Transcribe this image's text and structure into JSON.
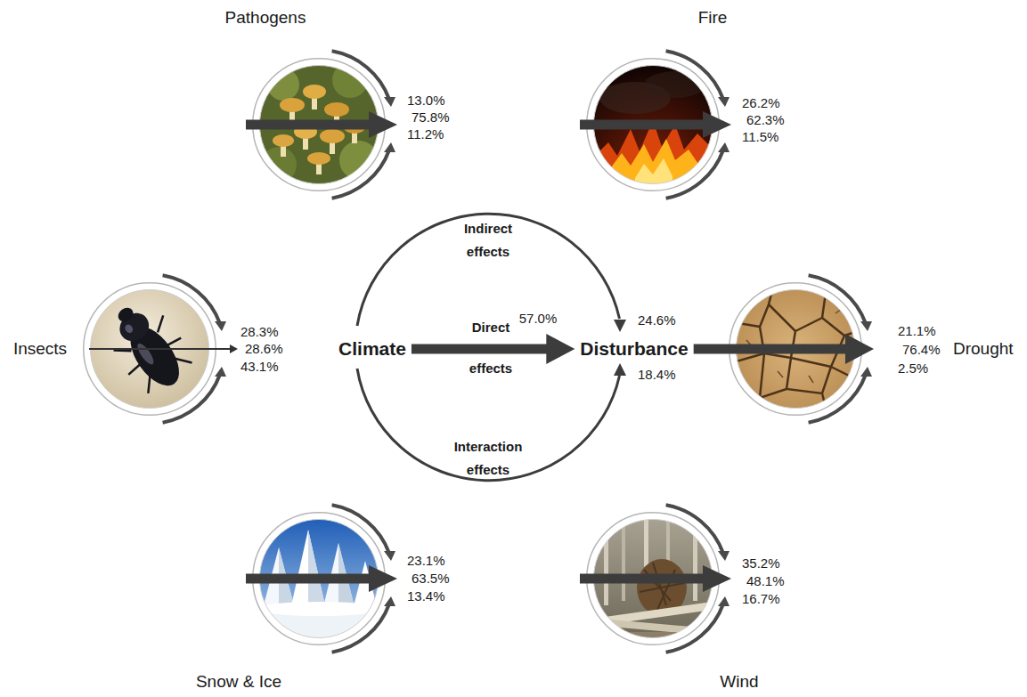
{
  "diagram": {
    "nodes": [
      {
        "text": [
          "Pathogens",
          "13.0%",
          "75.8%",
          "11.2%"
        ]
      },
      {
        "text": [
          "Fire",
          "26.2%",
          "62.3%",
          "11.5%"
        ]
      },
      {
        "text": [
          "Insects",
          "28.3%",
          "28.6%",
          "43.1%"
        ]
      },
      {
        "text": [
          "Climate"
        ]
      },
      {
        "text": [
          "Disturbance"
        ]
      },
      {
        "text": [
          "Drought",
          "21.1%",
          "76.4%",
          "2.5%"
        ]
      },
      {
        "text": [
          "Snow & Ice",
          "23.1%",
          "63.5%",
          "13.4%"
        ]
      },
      {
        "text": [
          "Wind",
          "35.2%",
          "48.1%",
          "16.7%"
        ]
      }
    ],
    "edges": [
      {
        "from": 3,
        "to": 4,
        "arrow": "to"
      },
      {
        "from": 4,
        "to": 5,
        "arrow": "to"
      }
    ],
    "labels": [
      "Indirect effects",
      "Direct",
      "57.0%",
      "effects",
      "24.6%",
      "18.4%",
      "Interaction effects"
    ]
  }
}
